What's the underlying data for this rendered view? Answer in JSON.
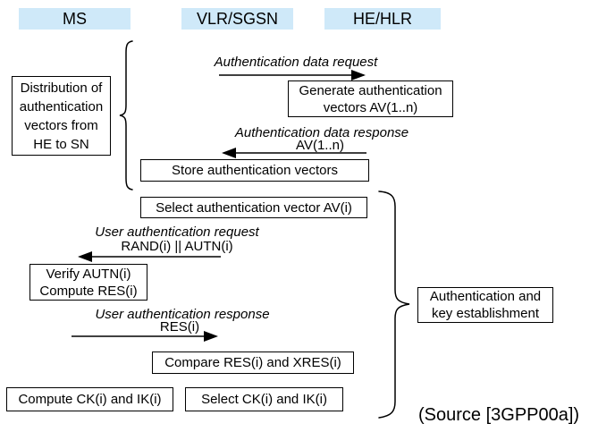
{
  "actors": {
    "ms": "MS",
    "vlr_sgsn": "VLR/SGSN",
    "he_hlr": "HE/HLR"
  },
  "phase_notes": {
    "distribution": {
      "line1": "Distribution of",
      "line2": "authentication",
      "line3": "vectors from",
      "line4": "HE to SN"
    },
    "auth_key": {
      "line1": "Authentication and",
      "line2": "key establishment"
    }
  },
  "process_steps": {
    "generate": {
      "line1": "Generate authentication",
      "line2": "vectors AV(1..n)"
    },
    "store": "Store authentication vectors",
    "select_av": "Select authentication vector AV(i)",
    "verify": {
      "line1": "Verify AUTN(i)",
      "line2": "Compute RES(i)"
    },
    "compare": "Compare RES(i) and XRES(i)",
    "compute_ck": "Compute CK(i) and IK(i)",
    "select_ck": "Select CK(i) and IK(i)"
  },
  "messages": {
    "auth_data_request": {
      "label": "Authentication data request"
    },
    "auth_data_response": {
      "label": "Authentication data response",
      "payload": "AV(1..n)"
    },
    "user_auth_request": {
      "label": "User authentication request",
      "payload": "RAND(i) || AUTN(i)"
    },
    "user_auth_response": {
      "label": "User authentication response",
      "payload": "RES(i)"
    }
  },
  "source_citation": "(Source [3GPP00a])",
  "colors": {
    "actor_bg": "#cfe9f9",
    "line": "#000000"
  }
}
